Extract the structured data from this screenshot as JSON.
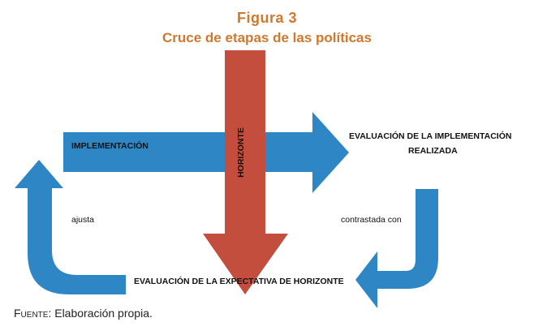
{
  "figure": {
    "label": "Figura 3",
    "title": "Cruce de etapas de las políticas"
  },
  "diagram": {
    "implementation_label": "IMPLEMENTACIÓN",
    "horizon_label": "HORIZONTE",
    "evaluation_impl_line1": "EVALUACIÓN DE LA IMPLEMENTACIÓN",
    "evaluation_impl_line2": "REALIZADA",
    "contrasted_label": "contrastada con",
    "adjust_label": "ajusta",
    "evaluation_horizon_label": "EVALUACIÓN DE LA EXPECTATIVA DE HORIZONTE"
  },
  "source": {
    "prefix": "Fuente:",
    "text": "Elaboración propia."
  },
  "colors": {
    "title": "#d0782e",
    "blue_arrow": "#2f86c4",
    "red_arrow": "#c44e3d"
  }
}
